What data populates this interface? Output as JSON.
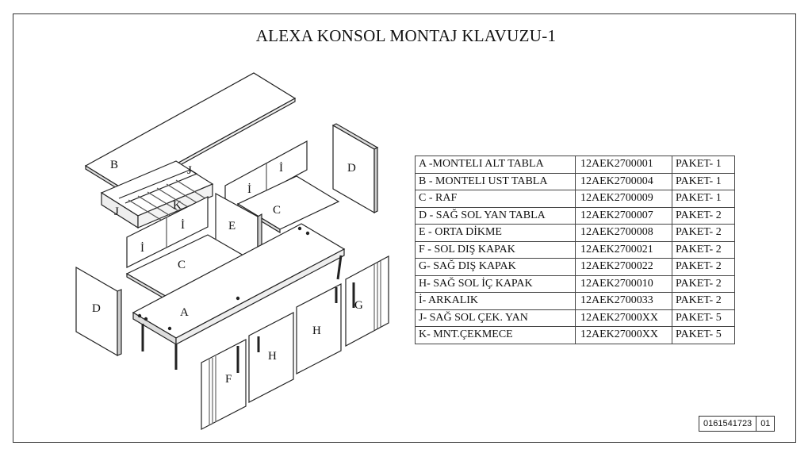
{
  "title": "ALEXA KONSOL MONTAJ KLAVUZU-1",
  "part_labels": {
    "A": "A",
    "B": "B",
    "C": "C",
    "D": "D",
    "E": "E",
    "F": "F",
    "G": "G",
    "H": "H",
    "I_dot": "İ",
    "J": "J",
    "K": "K"
  },
  "parts_table": [
    {
      "name": "A -MONTELI ALT TABLA",
      "code": "12AEK2700001",
      "package": "PAKET- 1"
    },
    {
      "name": "B - MONTELI UST TABLA",
      "code": "12AEK2700004",
      "package": "PAKET- 1"
    },
    {
      "name": "C - RAF",
      "code": "12AEK2700009",
      "package": "PAKET- 1"
    },
    {
      "name": "D - SAĞ SOL YAN TABLA",
      "code": "12AEK2700007",
      "package": "PAKET- 2"
    },
    {
      "name": "E - ORTA DİKME",
      "code": "12AEK2700008",
      "package": "PAKET- 2"
    },
    {
      "name": "F - SOL DIŞ KAPAK",
      "code": "12AEK2700021",
      "package": "PAKET- 2"
    },
    {
      "name": "G- SAĞ DIŞ KAPAK",
      "code": "12AEK2700022",
      "package": "PAKET- 2"
    },
    {
      "name": "H- SAĞ SOL İÇ KAPAK",
      "code": "12AEK2700010",
      "package": "PAKET- 2"
    },
    {
      "name": "İ- ARKALIK",
      "code": "12AEK2700033",
      "package": "PAKET- 2"
    },
    {
      "name": "J- SAĞ SOL ÇEK. YAN",
      "code": "12AEK27000XX",
      "package": "PAKET- 5"
    },
    {
      "name": "K- MNT.ÇEKMECE",
      "code": "12AEK27000XX",
      "package": "PAKET- 5"
    }
  ],
  "document_number": "0161541723",
  "revision": "01"
}
